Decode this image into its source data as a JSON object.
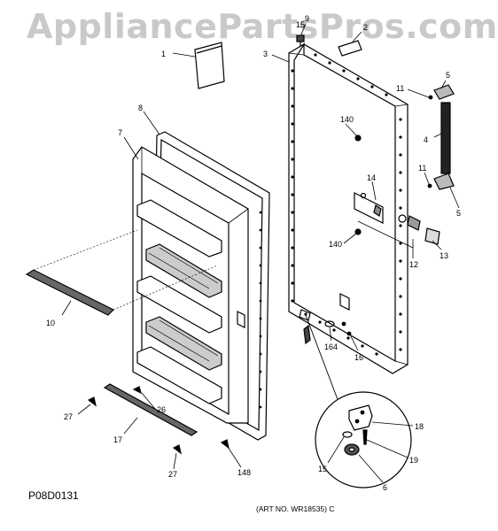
{
  "watermark": "AppliancePartsPros.com",
  "diagram_code": "P08D0131",
  "art_number": "(ART NO. WR18535) C",
  "callouts": [
    "1",
    "2",
    "3",
    "4",
    "5",
    "5",
    "6",
    "7",
    "8",
    "9",
    "10",
    "11",
    "11",
    "12",
    "13",
    "14",
    "15",
    "15",
    "16",
    "17",
    "18",
    "19",
    "26",
    "27",
    "27",
    "140",
    "140",
    "148",
    "164"
  ]
}
